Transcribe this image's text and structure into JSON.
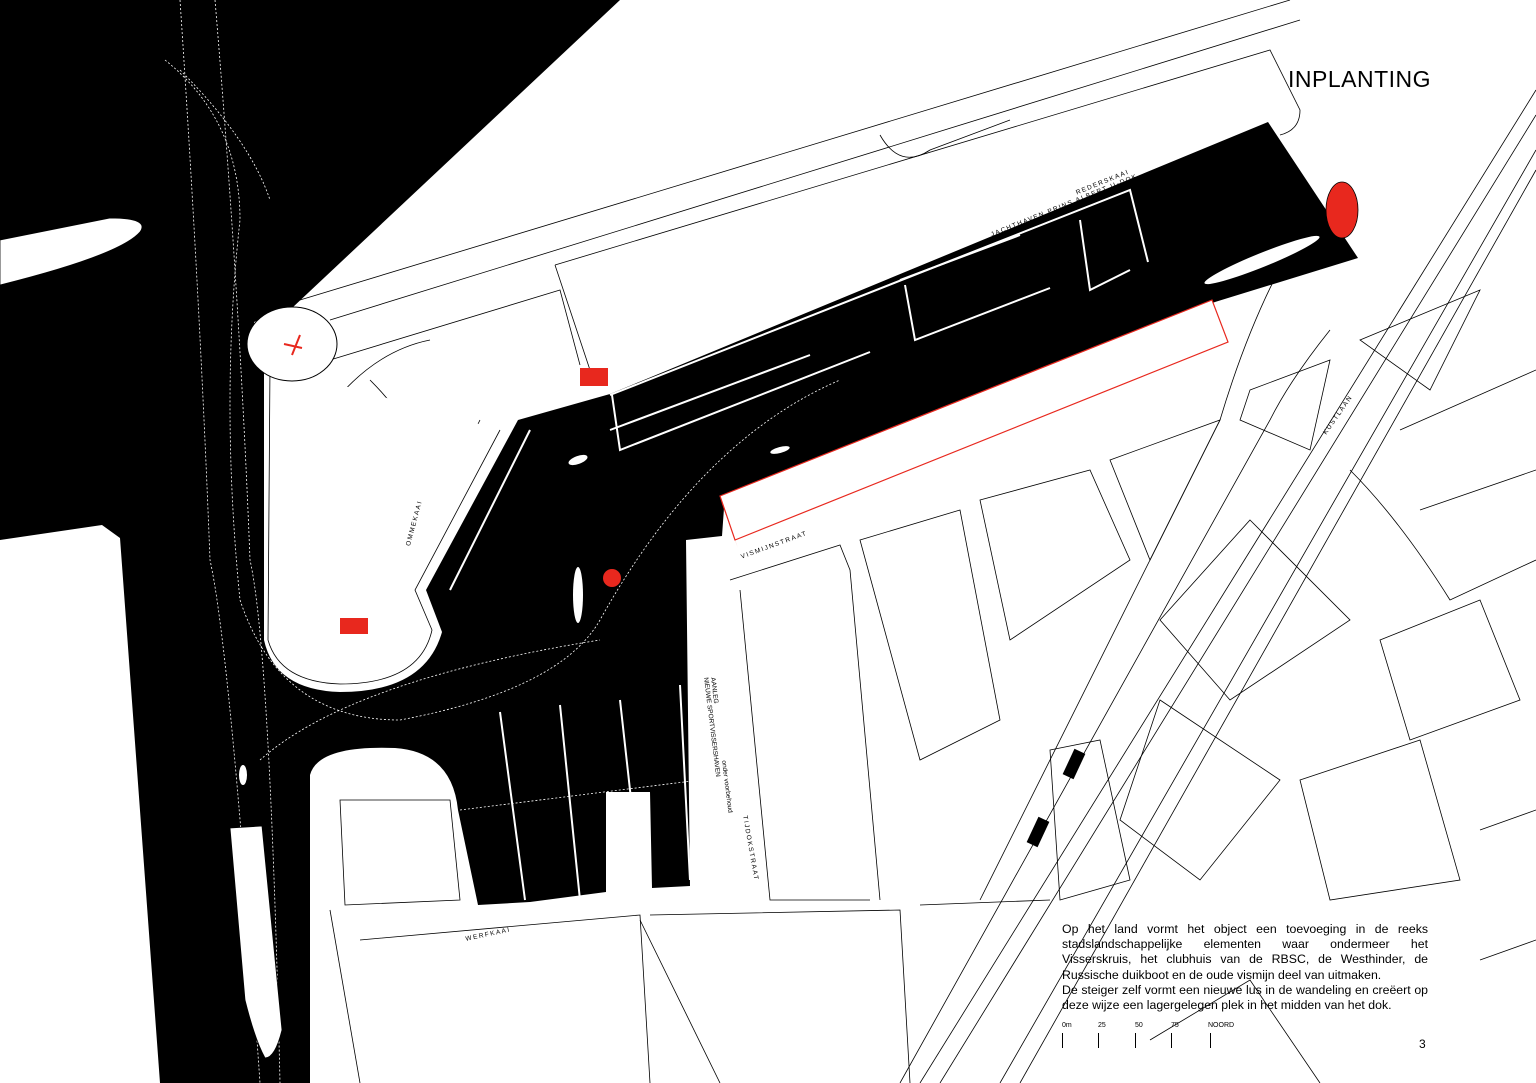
{
  "title": "INPLANTING",
  "description": [
    "Op het land vormt het object een toevoeging in de reeks stadslandschappelijke elementen waar ondermeer het Visserskruis, het clubhuis van de RBSC, de Westhinder, de Russische duikboot en de oude vismijn deel van uitmaken.",
    "De steiger zelf vormt een nieuwe lus in de wandeling en creëert op deze wijze een lagergelegen plek in het midden van het dok."
  ],
  "scale_bar": {
    "ticks": [
      "0m",
      "25",
      "50",
      "75"
    ],
    "north_label": "NOORD"
  },
  "page_number": "3",
  "labels": {
    "rederskaai": "REDERSKAAI",
    "jachthaven": "JACHTHAVEN PRINS ALBERT II-DOK",
    "ommekaai": "OMMEKAAI",
    "vismijnstraat": "VISMIJNSTRAAT",
    "werfkaai": "WERFKAAI",
    "tijdokstraat": "TIJDOKSTRAAT",
    "kustlaan": "KUSTLAAN",
    "aanleg": "AANLEG",
    "sportvissershaven": "NIEUWE SPORTVISSERSHAVEN",
    "voorbehoud": "onder voorbehoud"
  },
  "colors": {
    "water": "#000000",
    "land": "#ffffff",
    "highlight": "#e8281e"
  }
}
